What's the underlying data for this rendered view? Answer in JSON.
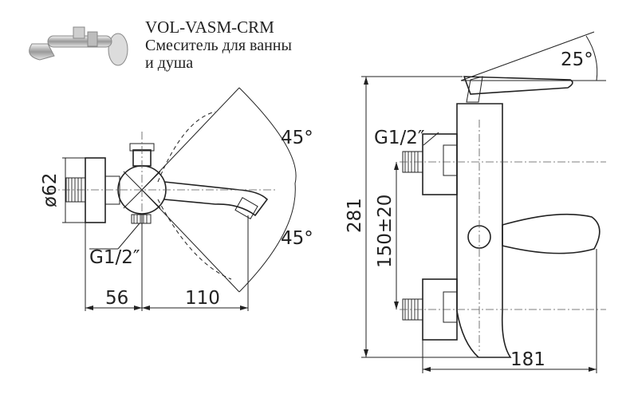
{
  "product": {
    "model": "VOL-VASM-CRM",
    "description_line1": "Смеситель для ванны",
    "description_line2": "и душа"
  },
  "dimensions": {
    "diameter": "ø62",
    "thread_left": "G1/2″",
    "thread_right": "G1/2″",
    "length_56": "56",
    "length_110": "110",
    "angle_up": "45°",
    "angle_down": "45°",
    "height_281": "281",
    "center_distance": "150±20",
    "angle_handle": "25°",
    "depth_181": "181"
  },
  "icons": {
    "product_thumbnail": "faucet-photo-icon"
  }
}
